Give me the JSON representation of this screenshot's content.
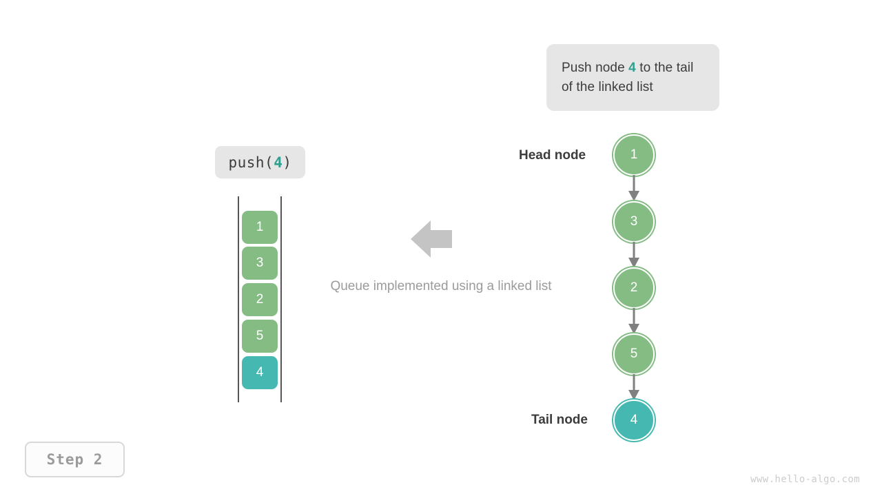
{
  "callout": {
    "text_before": "Push node ",
    "highlight": "4",
    "text_after": " to the tail of the linked list"
  },
  "operation": {
    "prefix": "push(",
    "argument": "4",
    "suffix": ")"
  },
  "queue": {
    "cells": [
      {
        "value": "1",
        "color": "green"
      },
      {
        "value": "3",
        "color": "green"
      },
      {
        "value": "2",
        "color": "green"
      },
      {
        "value": "5",
        "color": "green"
      },
      {
        "value": "4",
        "color": "teal"
      }
    ]
  },
  "center": {
    "caption": "Queue implemented using a linked list",
    "arrow_icon": "arrow-left-icon"
  },
  "linked_list": {
    "head_label": "Head node",
    "tail_label": "Tail node",
    "nodes": [
      {
        "value": "1",
        "color": "green"
      },
      {
        "value": "3",
        "color": "green"
      },
      {
        "value": "2",
        "color": "green"
      },
      {
        "value": "5",
        "color": "green"
      },
      {
        "value": "4",
        "color": "teal"
      }
    ]
  },
  "step_badge": "Step 2",
  "watermark": "www.hello-algo.com",
  "colors": {
    "green": "#84bc84",
    "teal": "#45b9b1",
    "highlight_teal": "#2e9e8e",
    "chip_bg": "#e6e6e6",
    "gray_arrow": "#c4c4c4",
    "connector": "#808080",
    "text_dark": "#3c3c3c",
    "text_muted": "#9b9b9b"
  }
}
